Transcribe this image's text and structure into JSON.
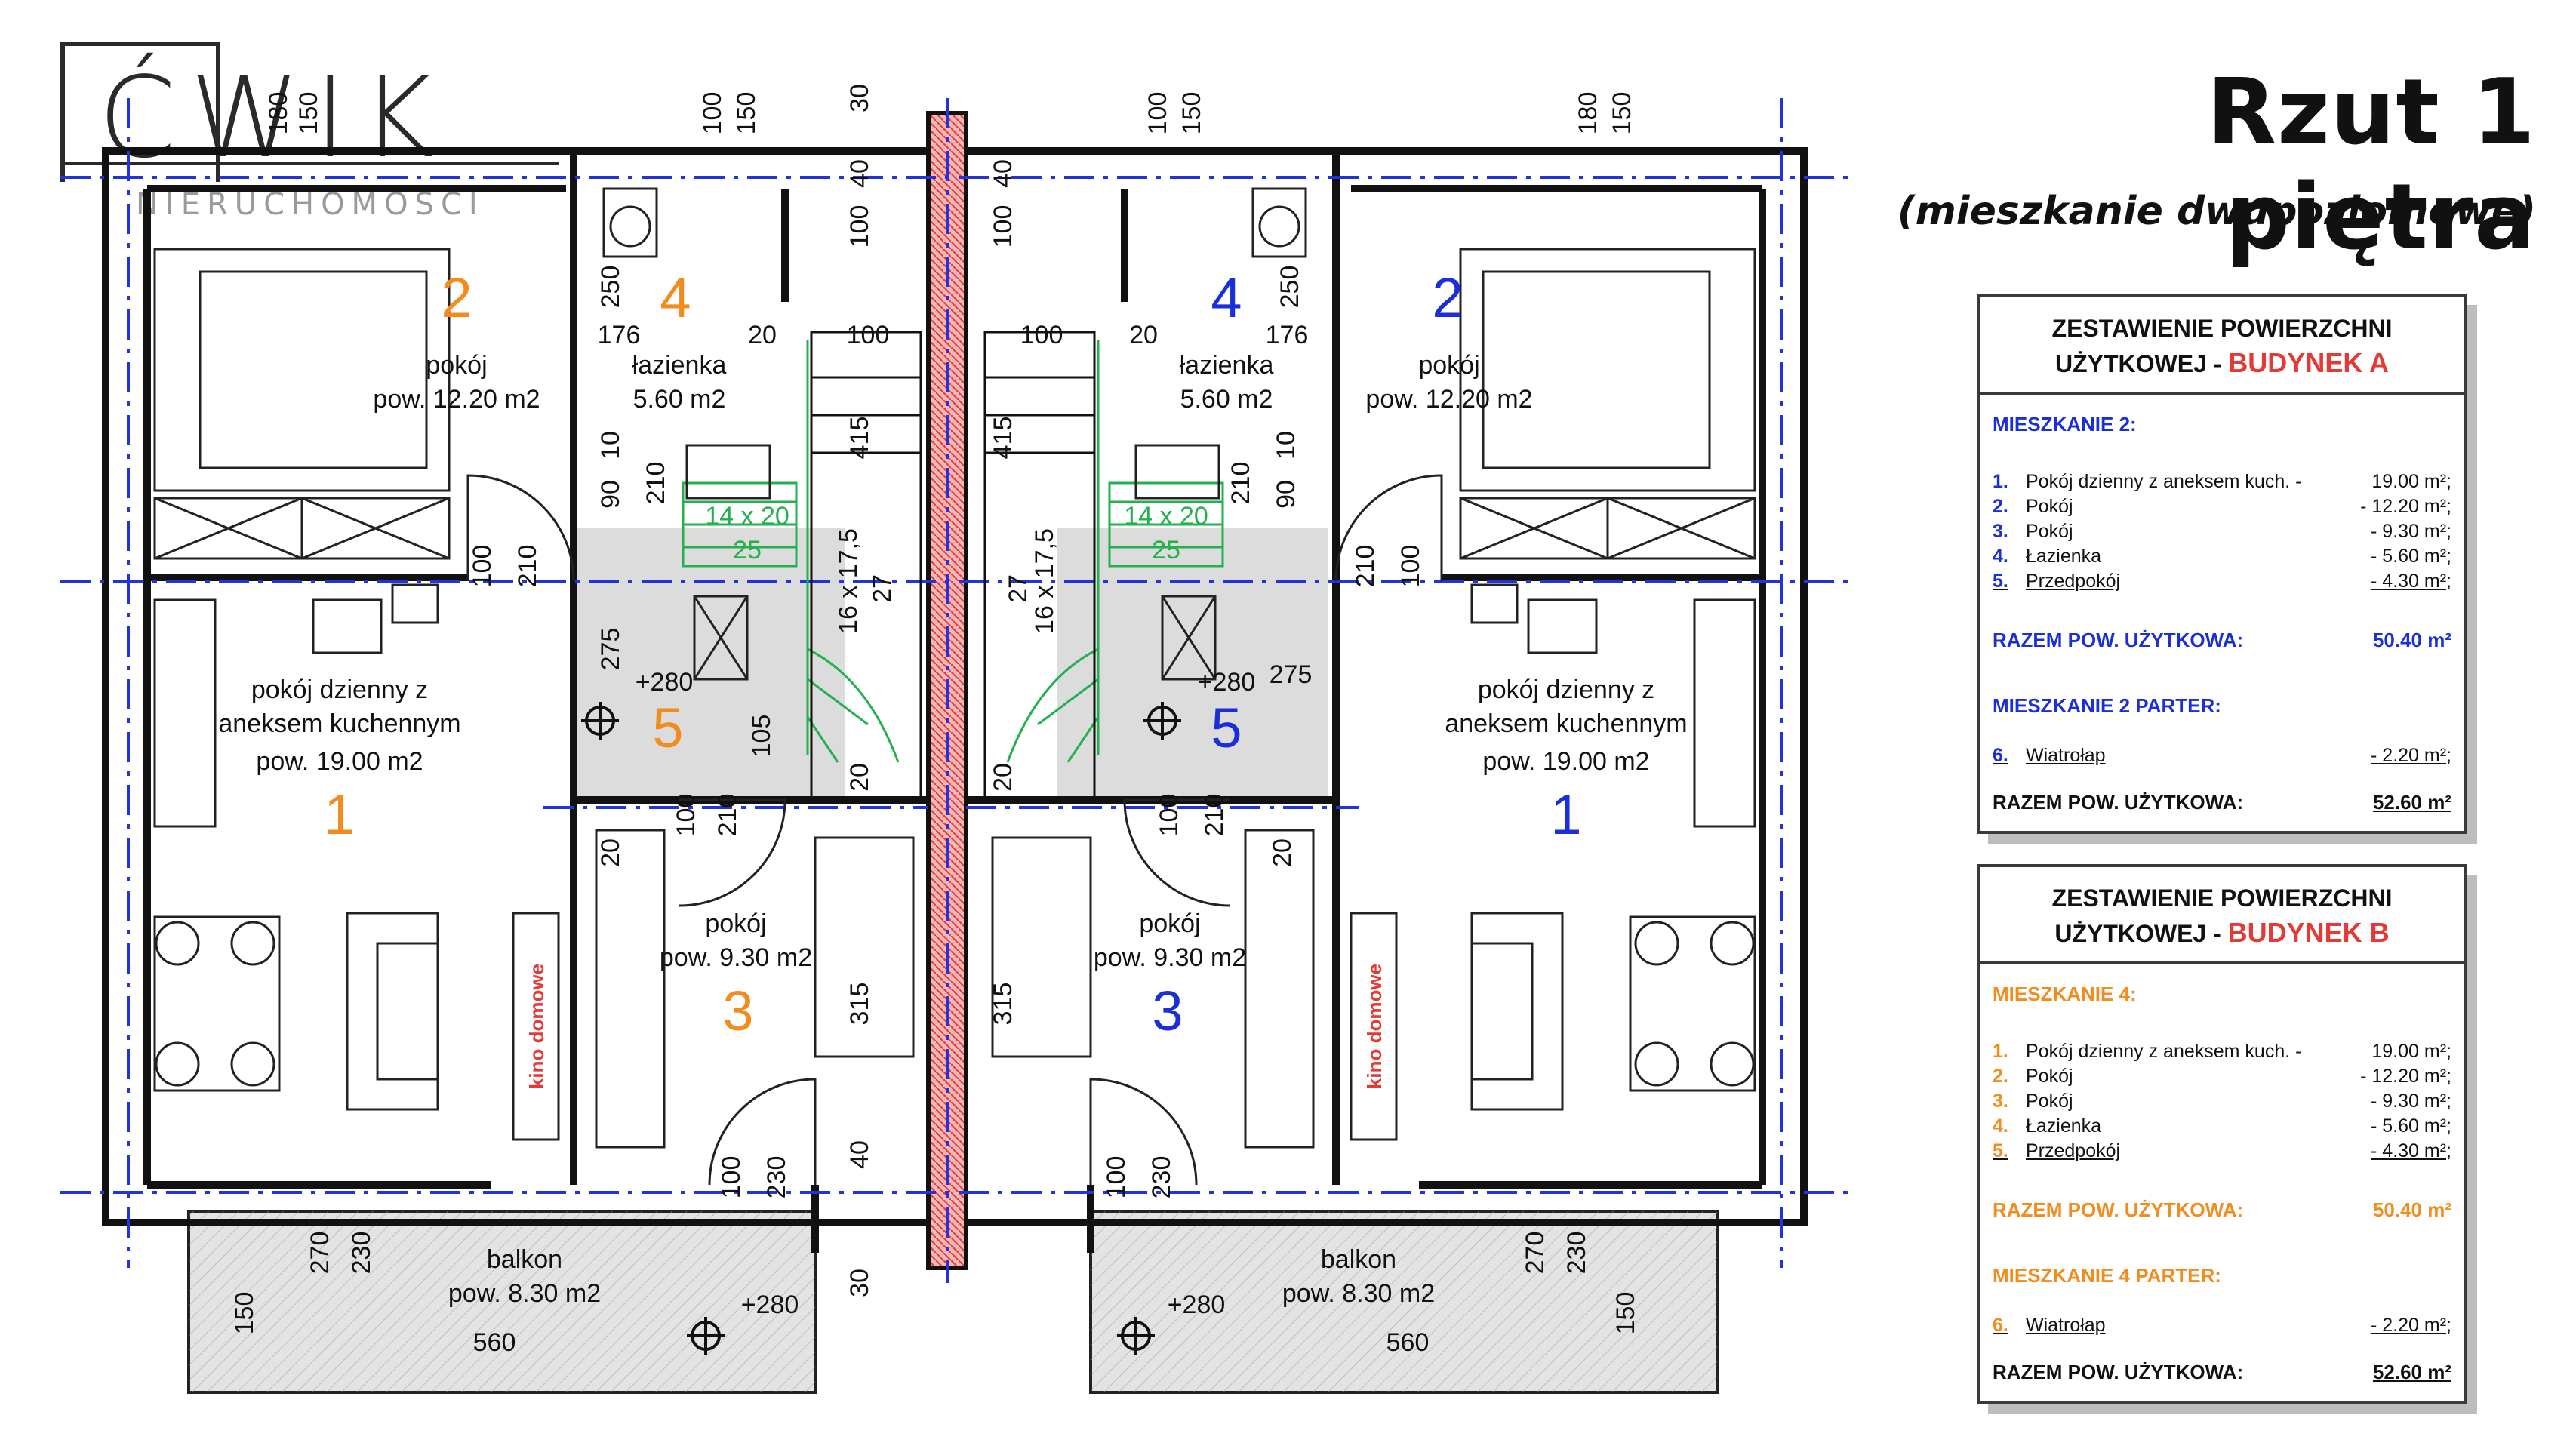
{
  "header": {
    "title": "Rzut 1 piętra",
    "subtitle": "(mieszkanie dwupoziomowe)"
  },
  "logo": {
    "word": "ĆWIK",
    "sub": "NIERUCHOMOŚCI"
  },
  "colors": {
    "orange": "#f28c1e",
    "blue": "#1a2fd9",
    "red": "#e53935",
    "stair_green": "#22b14c",
    "axis_blue": "#2233dd",
    "hatch_grey": "#d9d9d9"
  },
  "plan": {
    "left_unit": {
      "rooms": [
        {
          "number": "2",
          "name": "pokój",
          "area": "pow. 12.20 m2"
        },
        {
          "number": "4",
          "name": "łazienka",
          "area": "5.60 m2"
        },
        {
          "number": "1",
          "name": "pokój dzienny z",
          "name2": "aneksem kuchennym",
          "area": "pow. 19.00 m2"
        },
        {
          "number": "5",
          "name": "",
          "area": ""
        },
        {
          "number": "3",
          "name": "pokój",
          "area": "pow. 9.30 m2"
        }
      ],
      "balcony": {
        "name": "balkon",
        "area": "pow. 8.30 m2",
        "width": "560",
        "depth": "150",
        "level": "+280"
      },
      "level_mark": "+280",
      "stair_label_a": "14 x 20",
      "stair_label_b": "25",
      "stair_label_c": "16 x 17,5",
      "kino": "kino domowe"
    },
    "right_unit": {
      "rooms": [
        {
          "number": "2",
          "name": "pokój",
          "area": "pow. 12.20 m2"
        },
        {
          "number": "4",
          "name": "łazienka",
          "area": "5.60 m2"
        },
        {
          "number": "1",
          "name": "pokój dzienny z",
          "name2": "aneksem kuchennym",
          "area": "pow. 19.00 m2"
        },
        {
          "number": "5",
          "name": "",
          "area": ""
        },
        {
          "number": "3",
          "name": "pokój",
          "area": "pow. 9.30 m2"
        }
      ],
      "balcony": {
        "name": "balkon",
        "area": "pow. 8.30 m2",
        "width": "560",
        "depth": "150",
        "level": "+280"
      },
      "level_mark": "+280",
      "stair_label_a": "14 x 20",
      "stair_label_b": "25",
      "stair_label_c": "16 x 17,5",
      "kino": "kino domowe"
    },
    "dims": {
      "d180": "180",
      "d150": "150",
      "d100": "100",
      "d30": "30",
      "d40": "40",
      "d250": "250",
      "d176": "176",
      "d20": "20",
      "d415": "415",
      "d10": "10",
      "d210": "210",
      "d90": "90",
      "d275": "275",
      "d105": "105",
      "d315": "315",
      "d230": "230",
      "d270": "270",
      "d27": "27"
    }
  },
  "tables": [
    {
      "head1": "ZESTAWIENIE POWIERZCHNI",
      "head2": "UŻYTKOWEJ - ",
      "building": "BUDYNEK A",
      "accent": "#1a2fd9",
      "section1": "MIESZKANIE 2:",
      "rows": [
        {
          "n": "1.",
          "label": "Pokój dzienny z aneksem kuch. -",
          "value": "19.00 m²;"
        },
        {
          "n": "2.",
          "label": "Pokój",
          "value": "-   12.20 m²;"
        },
        {
          "n": "3.",
          "label": "Pokój",
          "value": "-    9.30 m²;"
        },
        {
          "n": "4.",
          "label": "Łazienka",
          "value": "-    5.60 m²;"
        },
        {
          "n": "5.",
          "label": "Przedpokój",
          "value": "-    4.30 m²;"
        }
      ],
      "sum_label": "RAZEM POW. UŻYTKOWA:",
      "sum_value": "50.40 m²",
      "section2": "MIESZKANIE 2 PARTER:",
      "extra": {
        "n": "6.",
        "label": "Wiatrołap",
        "value": "-    2.20 m²;"
      },
      "total_label": "RAZEM POW. UŻYTKOWA:",
      "total_value": "52.60 m²"
    },
    {
      "head1": "ZESTAWIENIE POWIERZCHNI",
      "head2": "UŻYTKOWEJ - ",
      "building": "BUDYNEK B",
      "accent": "#f28c1e",
      "section1": "MIESZKANIE 4:",
      "rows": [
        {
          "n": "1.",
          "label": "Pokój dzienny z aneksem kuch. -",
          "value": "19.00 m²;"
        },
        {
          "n": "2.",
          "label": "Pokój",
          "value": "-   12.20 m²;"
        },
        {
          "n": "3.",
          "label": "Pokój",
          "value": "-    9.30 m²;"
        },
        {
          "n": "4.",
          "label": "Łazienka",
          "value": "-    5.60 m²;"
        },
        {
          "n": "5.",
          "label": "Przedpokój",
          "value": "-    4.30 m²;"
        }
      ],
      "sum_label": "RAZEM POW. UŻYTKOWA:",
      "sum_value": "50.40 m²",
      "section2": "MIESZKANIE 4 PARTER:",
      "extra": {
        "n": "6.",
        "label": "Wiatrołap",
        "value": "-    2.20 m²;"
      },
      "total_label": "RAZEM POW. UŻYTKOWA:",
      "total_value": "52.60 m²"
    }
  ]
}
